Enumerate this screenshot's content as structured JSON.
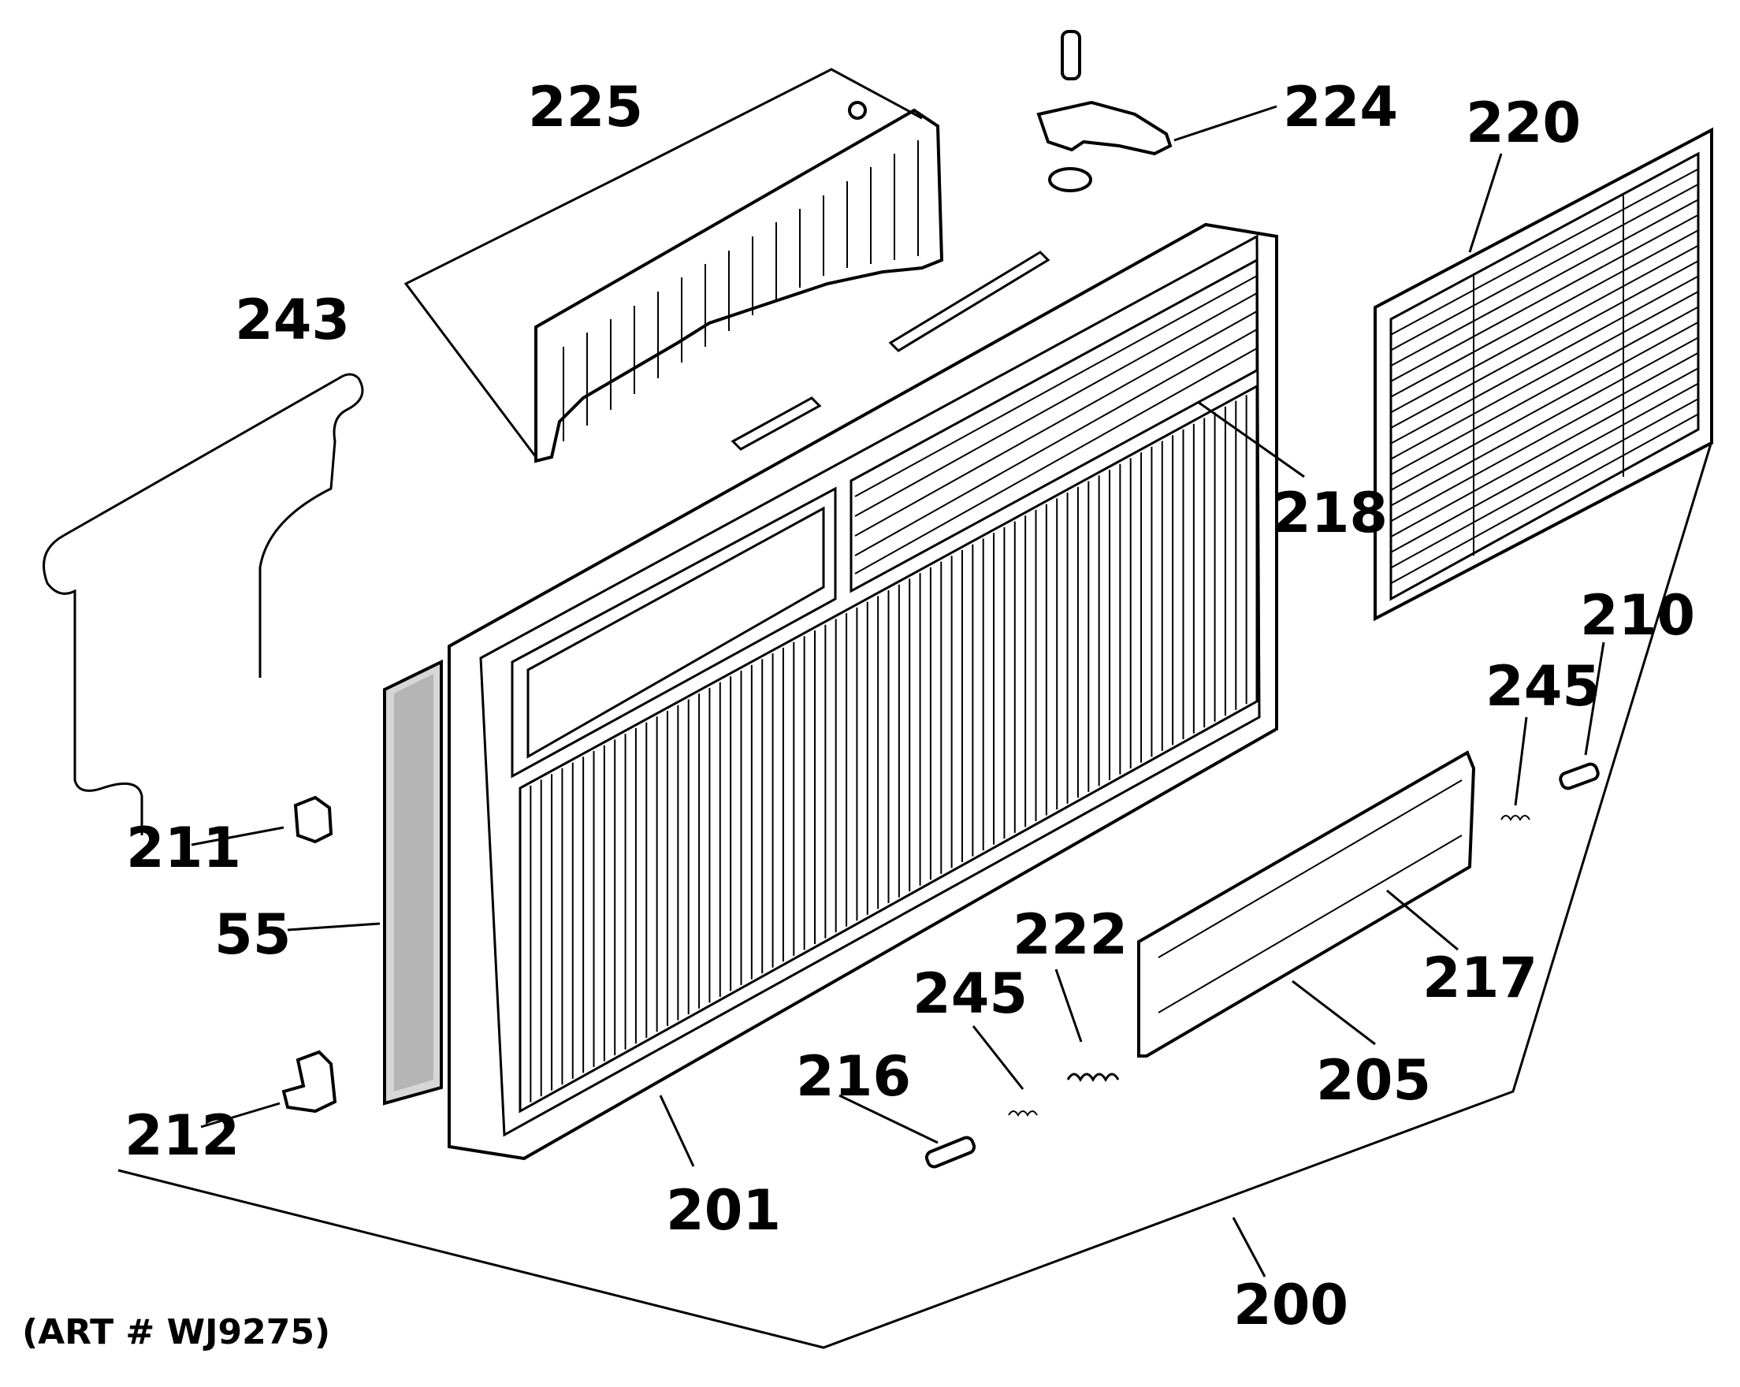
{
  "callouts": [
    {
      "id": "225",
      "text": "225"
    },
    {
      "id": "224",
      "text": "224"
    },
    {
      "id": "220",
      "text": "220"
    },
    {
      "id": "243",
      "text": "243"
    },
    {
      "id": "218",
      "text": "218"
    },
    {
      "id": "210",
      "text": "210"
    },
    {
      "id": "245a",
      "text": "245"
    },
    {
      "id": "211",
      "text": "211"
    },
    {
      "id": "55",
      "text": "55"
    },
    {
      "id": "222",
      "text": "222"
    },
    {
      "id": "245b",
      "text": "245"
    },
    {
      "id": "217",
      "text": "217"
    },
    {
      "id": "216",
      "text": "216"
    },
    {
      "id": "205",
      "text": "205"
    },
    {
      "id": "212",
      "text": "212"
    },
    {
      "id": "201",
      "text": "201"
    },
    {
      "id": "200",
      "text": "200"
    }
  ],
  "art_number": "(ART # WJ9275)"
}
